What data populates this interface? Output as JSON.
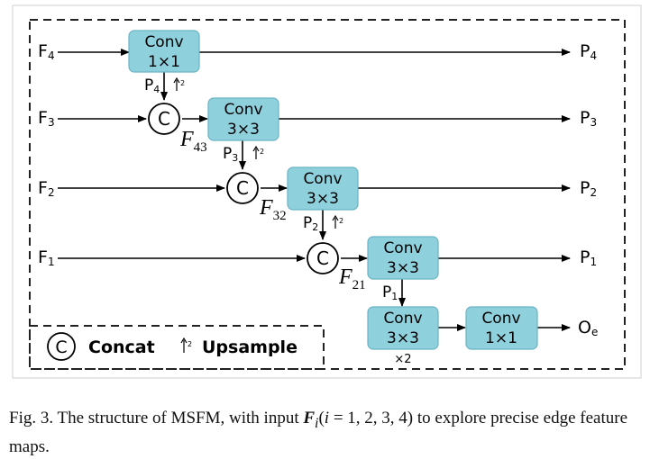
{
  "inputs": [
    {
      "name": "F",
      "sub": "4"
    },
    {
      "name": "F",
      "sub": "3"
    },
    {
      "name": "F",
      "sub": "2"
    },
    {
      "name": "F",
      "sub": "1"
    }
  ],
  "outputs": [
    {
      "name": "P",
      "sub": "4"
    },
    {
      "name": "P",
      "sub": "3"
    },
    {
      "name": "P",
      "sub": "2"
    },
    {
      "name": "P",
      "sub": "1"
    },
    {
      "name": "O",
      "sub": "e"
    }
  ],
  "conv_blocks": [
    {
      "line1": "Conv",
      "line2": "1×1"
    },
    {
      "line1": "Conv",
      "line2": "3×3"
    },
    {
      "line1": "Conv",
      "line2": "3×3"
    },
    {
      "line1": "Conv",
      "line2": "3×3"
    },
    {
      "line1": "Conv",
      "line2": "3×3"
    },
    {
      "line1": "Conv",
      "line2": "1×1"
    }
  ],
  "intermediate_labels": [
    {
      "name": "P",
      "sub": "4"
    },
    {
      "name": "P",
      "sub": "3"
    },
    {
      "name": "P",
      "sub": "2"
    },
    {
      "name": "P",
      "sub": "1"
    }
  ],
  "fused_labels": [
    {
      "name": "F",
      "sub": "43"
    },
    {
      "name": "F",
      "sub": "32"
    },
    {
      "name": "F",
      "sub": "21"
    }
  ],
  "concat_symbol": "C",
  "upsample_factor": "2",
  "repeat_label": "×2",
  "legend": {
    "concat_symbol": "C",
    "concat_label": "Concat",
    "upsample_label": "Upsample"
  },
  "caption": {
    "prefix": "Fig. 3.  The structure of MSFM, with input ",
    "bold_var": "F",
    "sub_var": "i",
    "paren": "(",
    "var_i": "i",
    "rest": " = 1, 2, 3, 4) to explore precise edge feature maps."
  },
  "colors": {
    "block_fill": "#8fd0dd",
    "block_stroke": "#6ab3c4",
    "line": "#000000",
    "border": "#222222",
    "background": "#ffffff"
  }
}
